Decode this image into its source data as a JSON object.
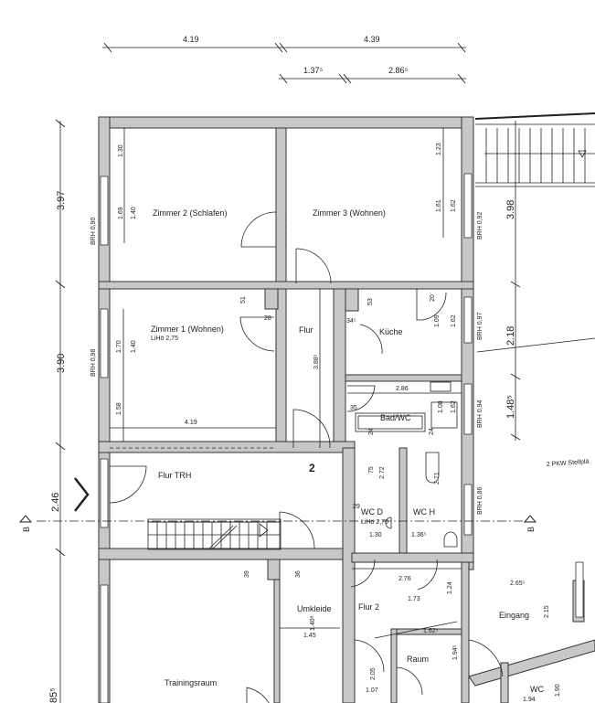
{
  "plan": {
    "rooms": {
      "zimmer2": "Zimmer 2 (Schlafen)",
      "zimmer3": "Zimmer 3 (Wohnen)",
      "zimmer1": "Zimmer 1 (Wohnen)",
      "zimmer1_height": "LiHö 2,75",
      "flur": "Flur",
      "kueche": "Küche",
      "bad": "Bad/WC",
      "flur_trh": "Flur TRH",
      "level_number": "2",
      "wc_d": "WC D",
      "wc_d_height": "LiHö 2,70",
      "wc_h": "WC H",
      "umkleide": "Umkleide",
      "flur2": "Flur 2",
      "raum": "Raum",
      "eingang": "Eingang",
      "trainingsraum": "Trainingsraum",
      "parking": "2 PKW Stellplä",
      "wc_lower": "WC"
    },
    "section_marks": {
      "left": "B",
      "right": "B"
    },
    "dimensions_top": [
      "4.19",
      "4.39",
      "1.37⁵",
      "2.86⁵"
    ],
    "dimensions_left": [
      "3.97",
      "3.90",
      "2.46",
      "85⁵"
    ],
    "dimensions_right": [
      "3.98",
      "2.18",
      "1.48⁵"
    ],
    "window_labels": [
      "BRH 0,90",
      "BRH 0,98",
      "BRH 0,92",
      "BRH 0,97",
      "BRH 0,94",
      "BRH 0,86"
    ],
    "inner_dims": {
      "z2_a": "1.30",
      "z2_b": "1.69",
      "z2_c": "1.40",
      "z1_a": "1.70",
      "z1_b": "1.40",
      "z1_c": "1.58",
      "z1_w": "4.19",
      "z1_d": "51",
      "z1_e": "28",
      "z3_a": "1.23",
      "z3_b": "1.61",
      "z3_c": "1.62",
      "flur_len": "3.88⁵",
      "k_a": "53",
      "k_b": "34⁵",
      "k_c": "20",
      "k_d": "1.09",
      "k_e": "1.62",
      "bad_w": "2.86",
      "bad_a": "35",
      "bad_b": "1.08",
      "bad_c": "1.62",
      "bad_d": "24",
      "bad_e": "24",
      "wc_a": "75",
      "wc_b": "2.72",
      "wc_c": "29",
      "wc_d": "1.30",
      "wc_e": "1.36⁵",
      "wc_f": "2.71",
      "t_a": "39",
      "t_b": "36",
      "t_c": "1.40⁸",
      "t_d": "1.45",
      "t_e": "2.76",
      "t_f": "1.73",
      "t_g": "1.24",
      "r_a": "1.62⁵",
      "r_b": "1.94⁵",
      "r_c": "2.05",
      "r_d": "1.07",
      "e_a": "2.65⁵",
      "e_b": "2.15",
      "wc2_a": "1.94",
      "wc2_b": "1.90"
    }
  }
}
